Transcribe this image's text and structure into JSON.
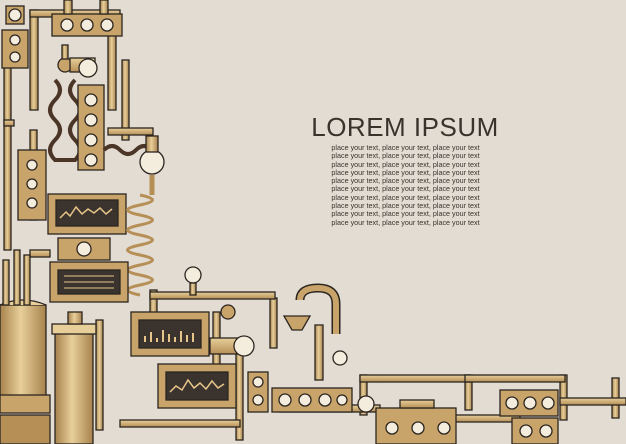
{
  "headline": "LOREM IPSUM",
  "body_lines": [
    "place your text, place your text, place your text",
    "place your text, place your text, place your text",
    "place your text, place your text, place your text",
    "place your text, place your text, place your text",
    "place your text, place your text, place your text",
    "place your text, place your text, place your text",
    "place your text, place your text, place your text",
    "place your text, place your text, place your text",
    "place your text, place your text, place your text",
    "place your text, place your text, place your text"
  ],
  "colors": {
    "background": "#e3dcd3",
    "metal": "#c9a46a",
    "metal_light": "#e8cf9a",
    "outline": "#2b2520",
    "screen": "#3b342e",
    "signal": "#e8c68a"
  },
  "illustration": "steampunk-machinery-icon"
}
